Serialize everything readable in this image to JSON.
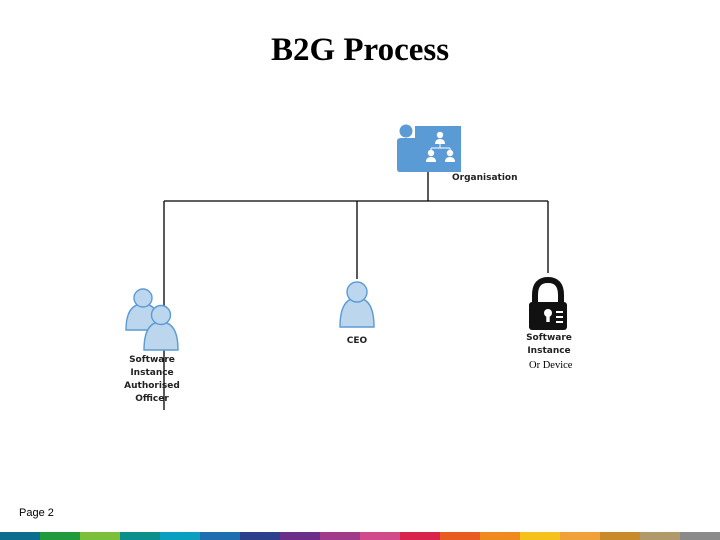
{
  "title": "B2G Process",
  "nodes": {
    "organisation": {
      "label": "Organisation"
    },
    "officer": {
      "lines": [
        "Software",
        "Instance",
        "Authorised",
        "Officer"
      ]
    },
    "ceo": {
      "label": "CEO"
    },
    "software": {
      "lines": [
        "Software",
        "Instance"
      ],
      "note": "Or Device"
    }
  },
  "icons": {
    "organisation": "organisation-chart-icon",
    "officer": "two-users-icon",
    "ceo": "user-icon",
    "software": "padlock-icon"
  },
  "footer": {
    "page": "Page 2"
  },
  "colors": {
    "icon_blue": "#5b9bd5",
    "icon_light": "#bcd6ee",
    "connector": "#000000",
    "bar": [
      "#0a6e8c",
      "#1f9a3c",
      "#7cbf3a",
      "#0b8f8a",
      "#0a9fc0",
      "#1f6fb0",
      "#2b3f8c",
      "#6b2f8a",
      "#a23a8a",
      "#d04a8c",
      "#d9234a",
      "#e85c1f",
      "#f08a1f",
      "#f5c21b",
      "#f2a03a",
      "#c88a2a",
      "#b09a6a",
      "#8a8a8a"
    ]
  }
}
